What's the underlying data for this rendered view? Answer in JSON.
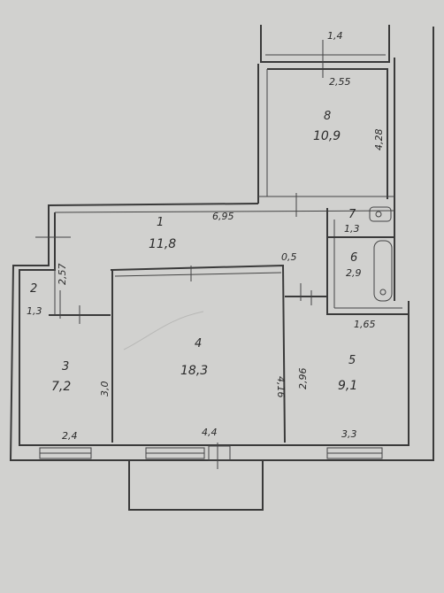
{
  "rooms": [
    {
      "id": "r1",
      "number": "1",
      "area": "11,8"
    },
    {
      "id": "r2",
      "number": "2",
      "area": "1,3"
    },
    {
      "id": "r3",
      "number": "3",
      "area": "7,2"
    },
    {
      "id": "r4",
      "number": "4",
      "area": "18,3"
    },
    {
      "id": "r5",
      "number": "5",
      "area": "9,1"
    },
    {
      "id": "r6",
      "number": "6",
      "area": "2,9"
    },
    {
      "id": "r7",
      "number": "7",
      "area": "1,3"
    },
    {
      "id": "r8",
      "number": "8",
      "area": "10,9"
    }
  ],
  "dimensions": {
    "balcony_top": "1,4",
    "room8_width": "2,55",
    "room8_height": "4,28",
    "corridor_length": "6,95",
    "room2_height": "2,57",
    "small_gap": "0,5",
    "room6_width": "1,65",
    "room3_height": "3,0",
    "room4_height": "4,16",
    "room5_height": "2,96",
    "room3_width": "2,4",
    "room4_width": "4,4",
    "room5_width": "3,3"
  }
}
